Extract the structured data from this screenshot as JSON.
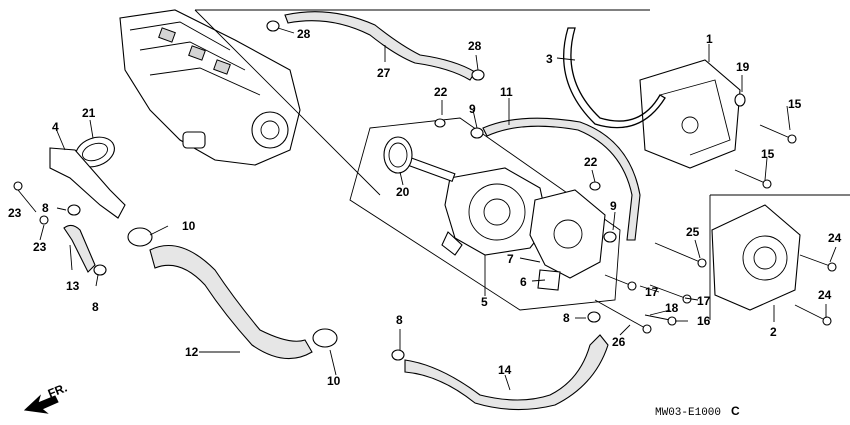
{
  "diagram": {
    "callouts": [
      {
        "id": "c1",
        "text": "1"
      },
      {
        "id": "c2",
        "text": "2"
      },
      {
        "id": "c3",
        "text": "3"
      },
      {
        "id": "c4",
        "text": "4"
      },
      {
        "id": "c5",
        "text": "5"
      },
      {
        "id": "c6",
        "text": "6"
      },
      {
        "id": "c7",
        "text": "7"
      },
      {
        "id": "c8a",
        "text": "8"
      },
      {
        "id": "c8b",
        "text": "8"
      },
      {
        "id": "c8c",
        "text": "8"
      },
      {
        "id": "c8d",
        "text": "8"
      },
      {
        "id": "c9a",
        "text": "9"
      },
      {
        "id": "c9b",
        "text": "9"
      },
      {
        "id": "c10a",
        "text": "10"
      },
      {
        "id": "c10b",
        "text": "10"
      },
      {
        "id": "c11",
        "text": "11"
      },
      {
        "id": "c12",
        "text": "12"
      },
      {
        "id": "c13",
        "text": "13"
      },
      {
        "id": "c14",
        "text": "14"
      },
      {
        "id": "c15a",
        "text": "15"
      },
      {
        "id": "c15b",
        "text": "15"
      },
      {
        "id": "c16",
        "text": "16"
      },
      {
        "id": "c17a",
        "text": "17"
      },
      {
        "id": "c17b",
        "text": "17"
      },
      {
        "id": "c18",
        "text": "18"
      },
      {
        "id": "c19",
        "text": "19"
      },
      {
        "id": "c20",
        "text": "20"
      },
      {
        "id": "c21",
        "text": "21"
      },
      {
        "id": "c22a",
        "text": "22"
      },
      {
        "id": "c22b",
        "text": "22"
      },
      {
        "id": "c23a",
        "text": "23"
      },
      {
        "id": "c23b",
        "text": "23"
      },
      {
        "id": "c24a",
        "text": "24"
      },
      {
        "id": "c24b",
        "text": "24"
      },
      {
        "id": "c25",
        "text": "25"
      },
      {
        "id": "c26",
        "text": "26"
      },
      {
        "id": "c27",
        "text": "27"
      },
      {
        "id": "c28a",
        "text": "28"
      },
      {
        "id": "c28b",
        "text": "28"
      }
    ],
    "front_arrow_label": "FR.",
    "diagram_code": "MW03-E1000",
    "diagram_code_suffix": "C"
  }
}
